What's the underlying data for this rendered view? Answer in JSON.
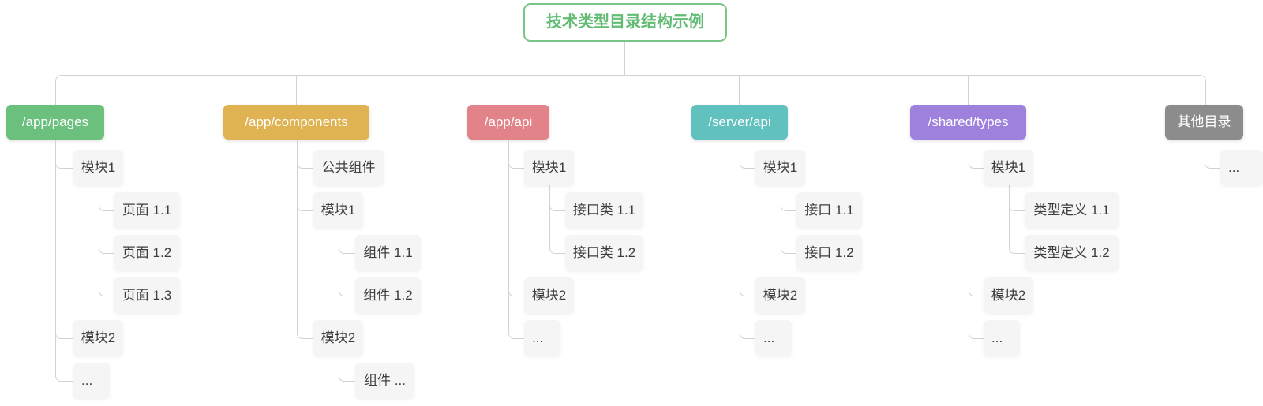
{
  "root": {
    "label": "技术类型目录结构示例",
    "text_color": "#62bc74",
    "border_color": "#7ac588"
  },
  "line_color": "#d2d2d2",
  "node_bg_color": "#f5f5f5",
  "node_text_color": "#3d3d3d",
  "branches": [
    {
      "label": "/app/pages",
      "color": "#6cc07e",
      "children": [
        {
          "label": "模块1",
          "level": 2
        },
        {
          "label": "页面 1.1",
          "level": 3
        },
        {
          "label": "页面 1.2",
          "level": 3
        },
        {
          "label": "页面 1.3",
          "level": 3
        },
        {
          "label": "模块2",
          "level": 2
        },
        {
          "label": "...",
          "level": 2
        }
      ]
    },
    {
      "label": "/app/components",
      "color": "#dfb351",
      "children": [
        {
          "label": "公共组件",
          "level": 2
        },
        {
          "label": "模块1",
          "level": 2
        },
        {
          "label": "组件 1.1",
          "level": 3
        },
        {
          "label": "组件 1.2",
          "level": 3
        },
        {
          "label": "模块2",
          "level": 2
        },
        {
          "label": "组件 ...",
          "level": 3
        }
      ]
    },
    {
      "label": "/app/api",
      "color": "#e18388",
      "children": [
        {
          "label": "模块1",
          "level": 2
        },
        {
          "label": "接口类 1.1",
          "level": 3
        },
        {
          "label": "接口类 1.2",
          "level": 3
        },
        {
          "label": "模块2",
          "level": 2
        },
        {
          "label": "...",
          "level": 2
        }
      ]
    },
    {
      "label": "/server/api",
      "color": "#60c1be",
      "children": [
        {
          "label": "模块1",
          "level": 2
        },
        {
          "label": "接口 1.1",
          "level": 3
        },
        {
          "label": "接口 1.2",
          "level": 3
        },
        {
          "label": "模块2",
          "level": 2
        },
        {
          "label": "...",
          "level": 2
        }
      ]
    },
    {
      "label": "/shared/types",
      "color": "#9d81dd",
      "children": [
        {
          "label": "模块1",
          "level": 2
        },
        {
          "label": "类型定义 1.1",
          "level": 3
        },
        {
          "label": "类型定义 1.2",
          "level": 3
        },
        {
          "label": "模块2",
          "level": 2
        },
        {
          "label": "...",
          "level": 2
        }
      ]
    },
    {
      "label": "其他目录",
      "color": "#8c8c8c",
      "children": [
        {
          "label": "...",
          "level": 2
        }
      ]
    }
  ]
}
